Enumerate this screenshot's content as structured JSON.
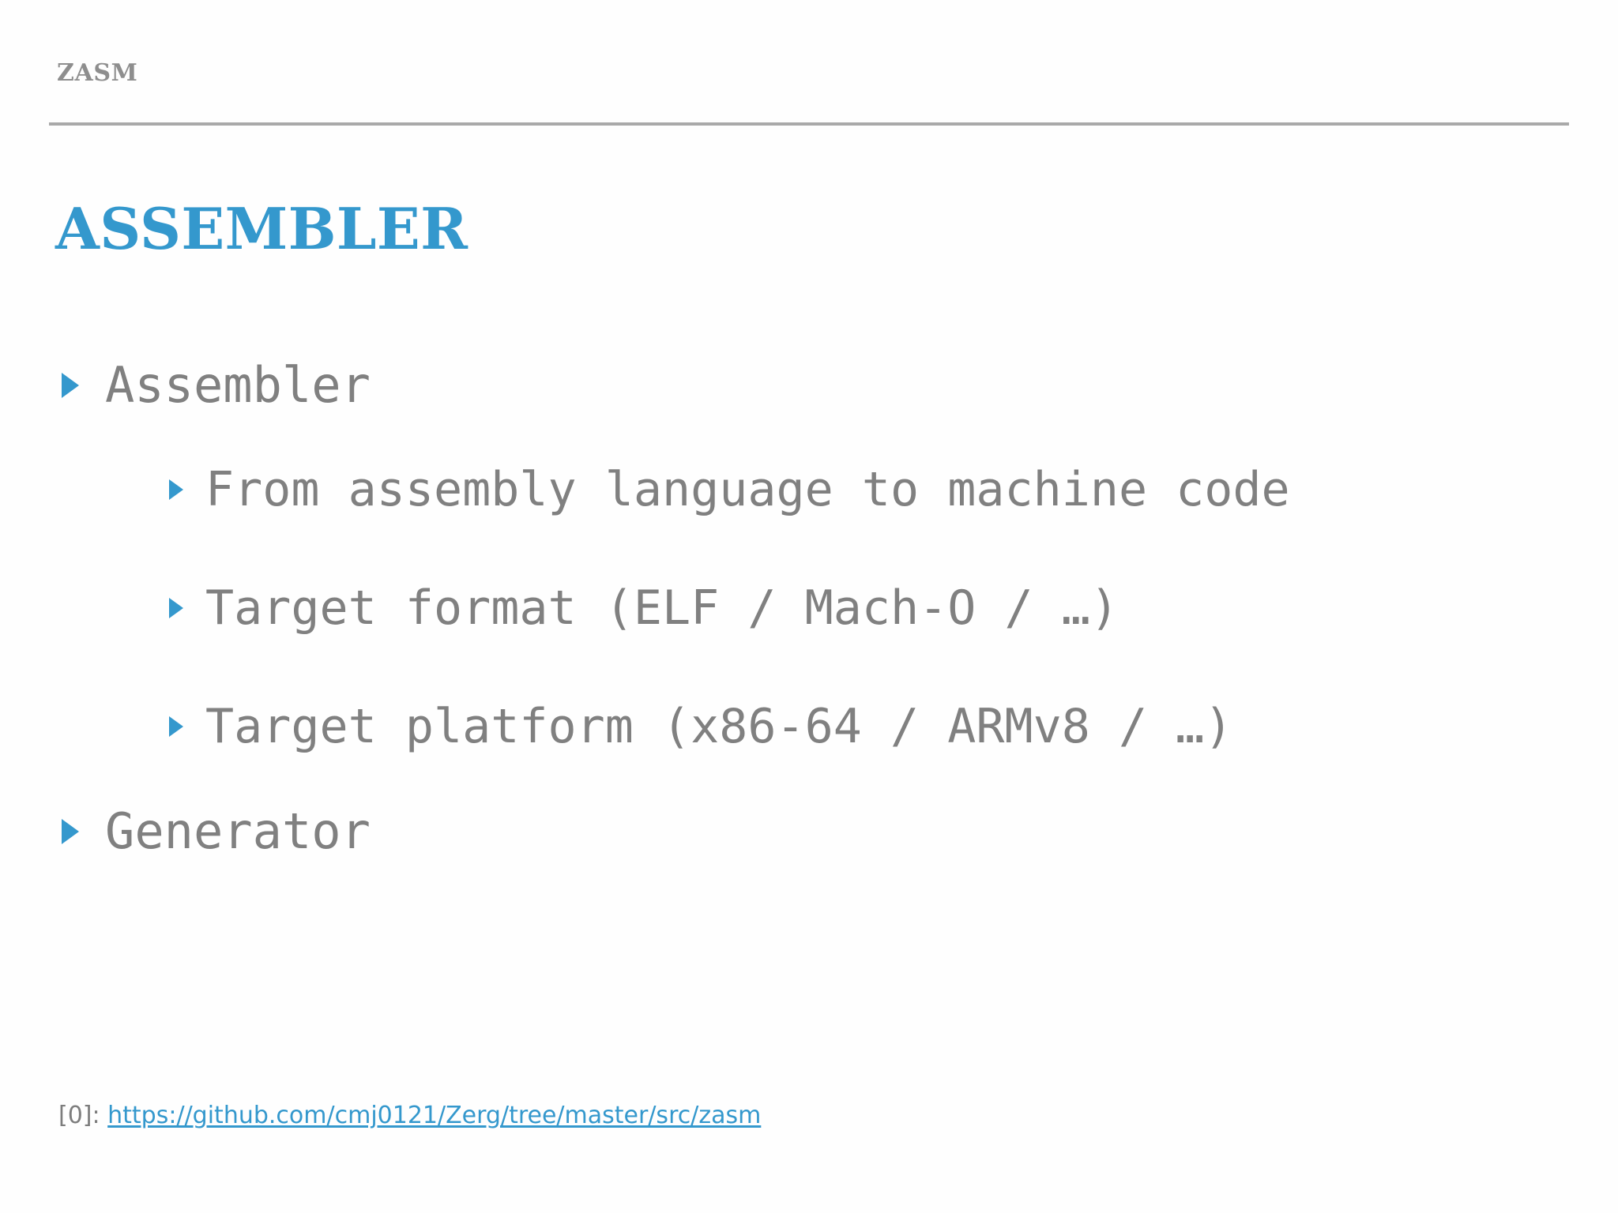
{
  "slide": {
    "header_label": "ZASM",
    "title": "ASSEMBLER",
    "accent_color": "#3498cd",
    "text_color": "#808080",
    "header_color": "#8e8e8e",
    "rule_color": "#a9a9a9",
    "background_color": "#fefefe",
    "bullets": [
      {
        "level": 1,
        "text": "Assembler"
      },
      {
        "level": 2,
        "text": "From assembly language to machine code"
      },
      {
        "level": 2,
        "text": "Target format (ELF / Mach-O / …)"
      },
      {
        "level": 2,
        "text": "Target platform (x86-64 / ARMv8 / …)"
      },
      {
        "level": 1,
        "text": "Generator"
      }
    ],
    "footer": {
      "prefix": "[0]: ",
      "link_text": "https://github.com/cmj0121/Zerg/tree/master/src/zasm"
    }
  }
}
